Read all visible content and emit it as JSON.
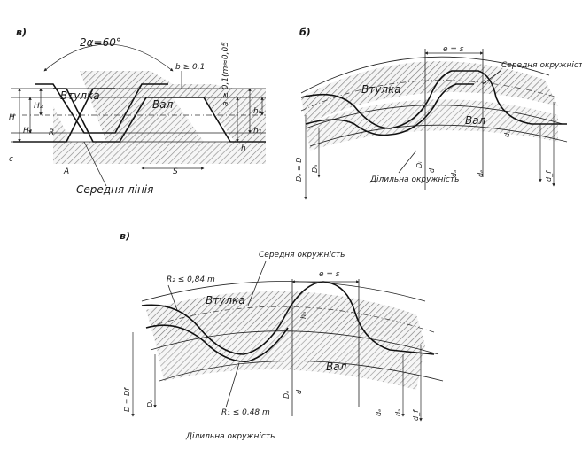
{
  "panels": {
    "a": {
      "letter": "в)",
      "angle_label": "2α=60°",
      "hub_label": "Втулка",
      "shaft_label": "Вал",
      "middle_line_label": "Середня лінія",
      "clearance_top": "b ≥ 0,1",
      "side_note": "a ≥ 0,1(m≈0,05",
      "radius_label": "R",
      "dims_left": [
        "H",
        "H₁",
        "H₂",
        "c"
      ],
      "dims_right": [
        "h",
        "hₐ",
        "h₁"
      ],
      "pitch_label": "S",
      "tooth_label": "A"
    },
    "b": {
      "letter": "б)",
      "width_label": "e = s",
      "hub_label": "Втулка",
      "shaft_label": "Вал",
      "middle_circle_label": "Середня окружність",
      "pitch_circle_label": "Ділильна окружність",
      "dims": [
        "Dₑ = D",
        "Dₐ",
        "Dᵢ",
        "d",
        "dₐ",
        "d꜀",
        "dₑ",
        "d_f"
      ]
    },
    "c": {
      "letter": "в)",
      "middle_circle_label": "Середня окружність",
      "width_label": "e = s",
      "radius_top": "R₂ ≤ 0,84 m",
      "radius_bottom": "R₁ ≤ 0,48 m",
      "hub_label": "Втулка",
      "shaft_label": "Вал",
      "pitch_circle_label": "Ділильна окружність",
      "dims": [
        "D = Df",
        "Dₐ",
        "Dₑ",
        "d",
        "dₑ",
        "dₐ",
        "d_f",
        "hₐ"
      ]
    }
  }
}
